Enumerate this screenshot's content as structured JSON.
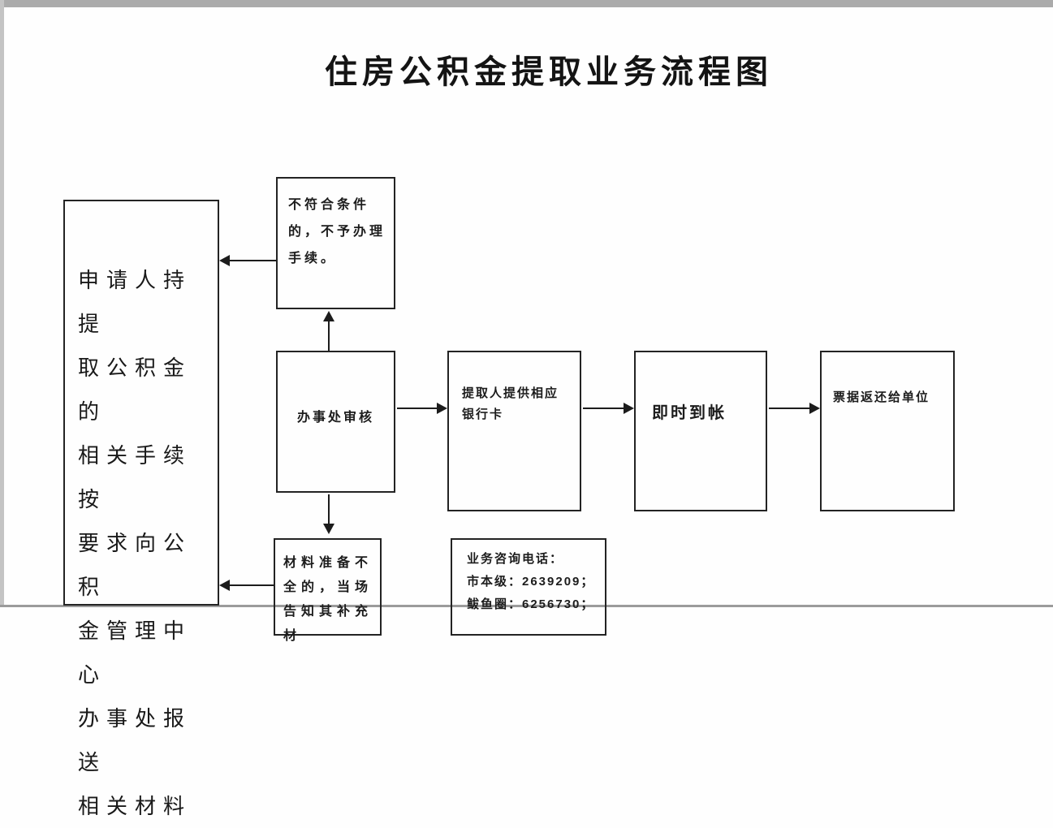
{
  "page": {
    "title": "住房公积金提取业务流程图"
  },
  "boxes": {
    "apply": {
      "lines": [
        "申请人持提",
        "取公积金的",
        "相关手续按",
        "要求向公积",
        "金管理中心",
        "办事处报送",
        "相关材料"
      ]
    },
    "reject": {
      "lines": [
        "不符合条件",
        "的，不予办理",
        "手续。"
      ]
    },
    "review": {
      "label": "办事处审核"
    },
    "bank_card": {
      "lines": [
        "提取人提供相应",
        "银行卡"
      ]
    },
    "instant": {
      "label": "即时到帐"
    },
    "receipt": {
      "label": "票据返还给单位"
    },
    "incomplete": {
      "lines": [
        "材料准备不",
        "全的，当场",
        "告知其补充材"
      ]
    },
    "phone": {
      "lines": [
        "业务咨询电话：",
        "市本级：2639209；",
        "鲅鱼圈：6256730；"
      ]
    }
  },
  "colors": {
    "ink": "#1c1c1c",
    "background": "#fefefe",
    "scan_edge": "#ababab"
  }
}
